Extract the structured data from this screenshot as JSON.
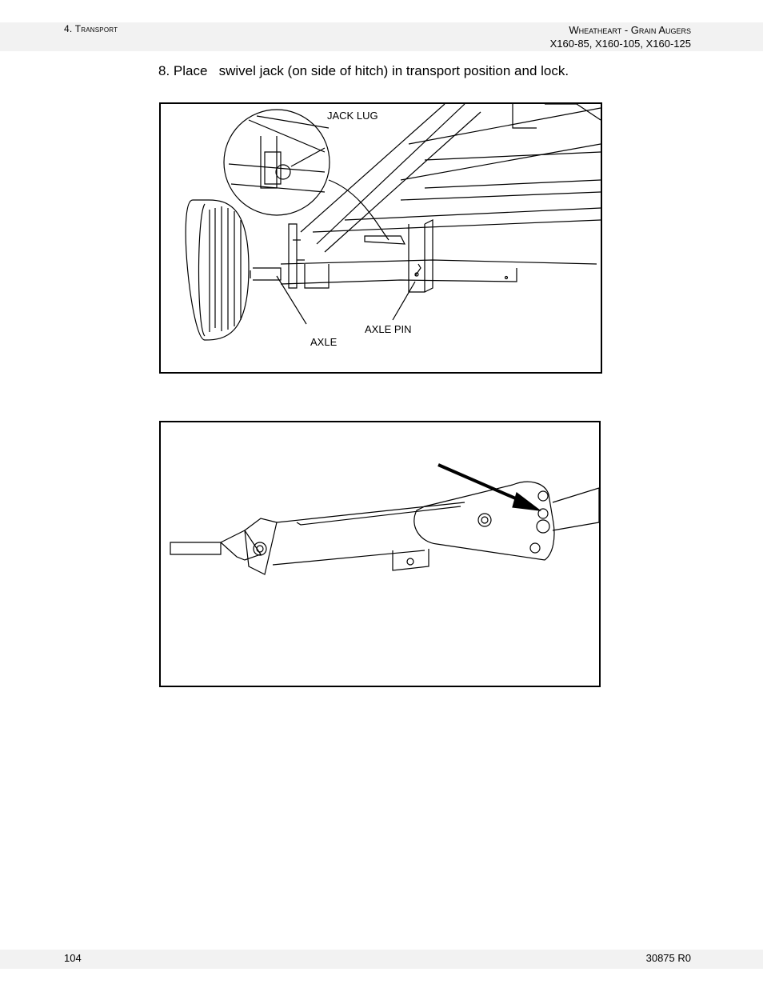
{
  "header": {
    "section": "4. Transport",
    "product": "Wheatheart - Grain Augers",
    "models": "X160-85, X160-105, X160-125"
  },
  "step": {
    "text": "8. Place   swivel jack (on side of hitch) in transport position and lock."
  },
  "figure1": {
    "callouts": {
      "jack_lug": "JACK LUG",
      "axle_pin": "AXLE PIN",
      "axle": "AXLE"
    }
  },
  "footer": {
    "page_number": "104",
    "doc_number": "30875 R0"
  }
}
